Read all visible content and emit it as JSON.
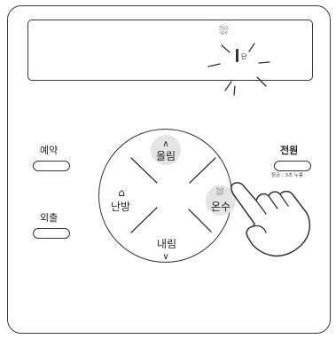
{
  "display": {
    "tap_icon": "⛆",
    "stage_unit": "단",
    "seg_value": "1"
  },
  "buttons": {
    "reserve": "예약",
    "outing": "외출",
    "power": "전원",
    "power_hint": "잠금 : 3초 누름",
    "heating": "난방",
    "heating_icon": "⌂",
    "up": "올림",
    "down": "내림",
    "hot_water": "온수",
    "hot_water_icon": "⛆",
    "up_chevron": "∧",
    "down_chevron": "∨"
  },
  "colors": {
    "highlight": "#e4e4e4",
    "line": "#333333"
  }
}
